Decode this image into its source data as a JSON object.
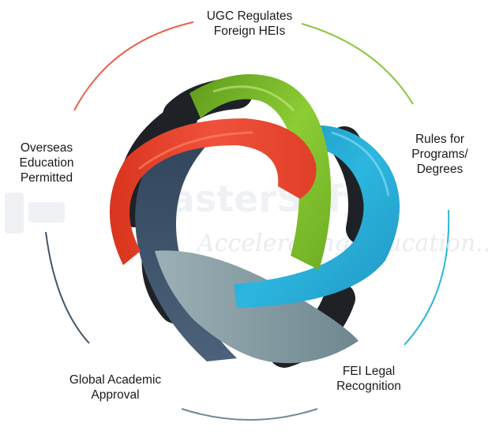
{
  "labels": {
    "top": [
      "UGC Regulates",
      "Foreign HEIs"
    ],
    "right": [
      "Rules for",
      "Programs/",
      "Degrees"
    ],
    "bottom_right": [
      "FEI Legal",
      "Recognition"
    ],
    "bottom_left": [
      "Global Academic",
      "Approval"
    ],
    "left": [
      "Overseas",
      "Education",
      "Permitted"
    ]
  },
  "watermark": {
    "name": "MasterSoft",
    "tagline": "Accelerating education..."
  },
  "colors": {
    "ring_green": "#7cbe2a",
    "ring_blue": "#22a8d0",
    "ring_grey": "#8fa2a9",
    "ring_navy": "#3b4f66",
    "ring_red": "#e8452c",
    "arc_top_left": "#e8604c",
    "arc_top_right": "#8cc63f",
    "arc_right": "#2bb5dc",
    "arc_bottom": "#6a8a92",
    "arc_left": "#44556a"
  }
}
